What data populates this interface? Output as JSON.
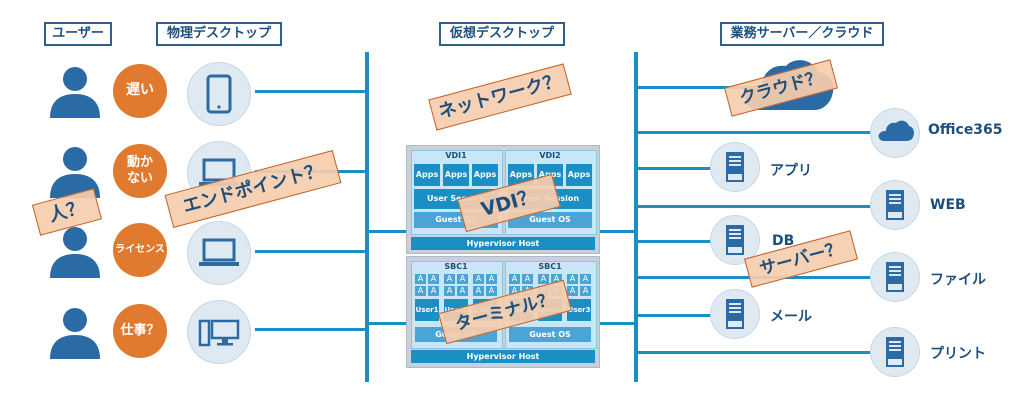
{
  "headers": {
    "users": "ユーザー",
    "physical": "物理デスクトップ",
    "virtual": "仮想デスクトップ",
    "servers": "業務サーバー／クラウド"
  },
  "issues": [
    "遅い",
    "動か\nない",
    "ライセンス",
    "仕事？"
  ],
  "tags": {
    "network": "ネットワーク？",
    "cloud": "クラウド？",
    "endpoint": "エンドポイント？",
    "person": "人？",
    "vdi": "VDI？",
    "terminal": "ターミナル？",
    "server": "サーバー？"
  },
  "vdi": {
    "vdi1": "VDI1",
    "vdi2": "VDI2",
    "apps": "Apps",
    "user_session": "User Session",
    "guest_os": "Guest OS",
    "hypervisor": "Hypervisor Host",
    "sbc1": "SBC1",
    "a": "A",
    "user1": "User1",
    "user2": "User2",
    "user3": "User3"
  },
  "servers": {
    "office365": "Office365",
    "app": "アプリ",
    "web": "WEB",
    "db": "DB",
    "file": "ファイル",
    "mail": "メール",
    "print": "プリント"
  },
  "colors": {
    "line": "#1b8fc4",
    "orange": "#e07a2f",
    "navy": "#1d4f7c",
    "person": "#2b6ba5"
  },
  "icons": {
    "user": "user-icon",
    "tablet": "tablet-icon",
    "laptop": "laptop-icon",
    "desktop": "desktop-pc-icon",
    "cloud": "cloud-icon",
    "server": "server-icon"
  }
}
